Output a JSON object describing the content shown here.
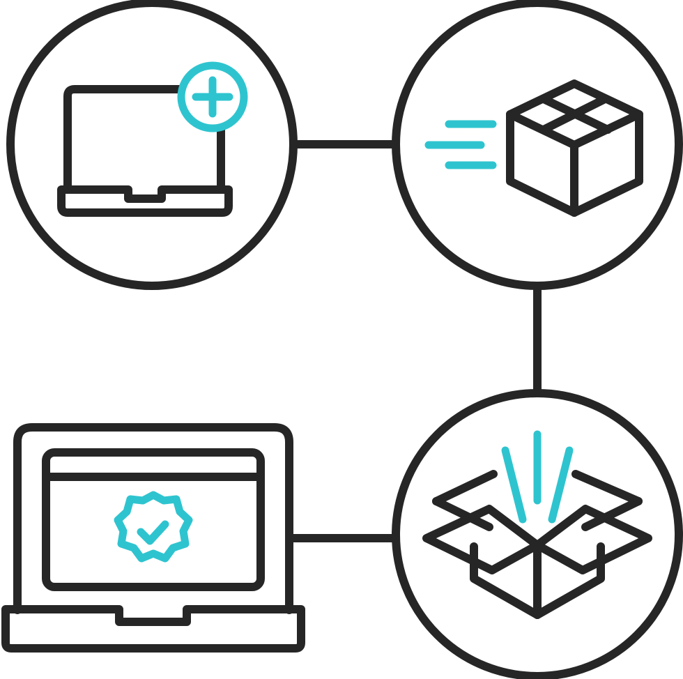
{
  "colors": {
    "ink": "#262626",
    "accent": "#2ec4cf",
    "background": "#ffffff"
  },
  "steps": [
    {
      "id": "add-order",
      "icon": "laptop-plus-icon"
    },
    {
      "id": "ship",
      "icon": "moving-box-icon"
    },
    {
      "id": "deliver",
      "icon": "open-box-icon"
    },
    {
      "id": "confirm",
      "icon": "laptop-verified-badge-icon"
    }
  ],
  "connectors": [
    {
      "from": "add-order",
      "to": "ship"
    },
    {
      "from": "ship",
      "to": "deliver"
    },
    {
      "from": "deliver",
      "to": "confirm"
    }
  ]
}
